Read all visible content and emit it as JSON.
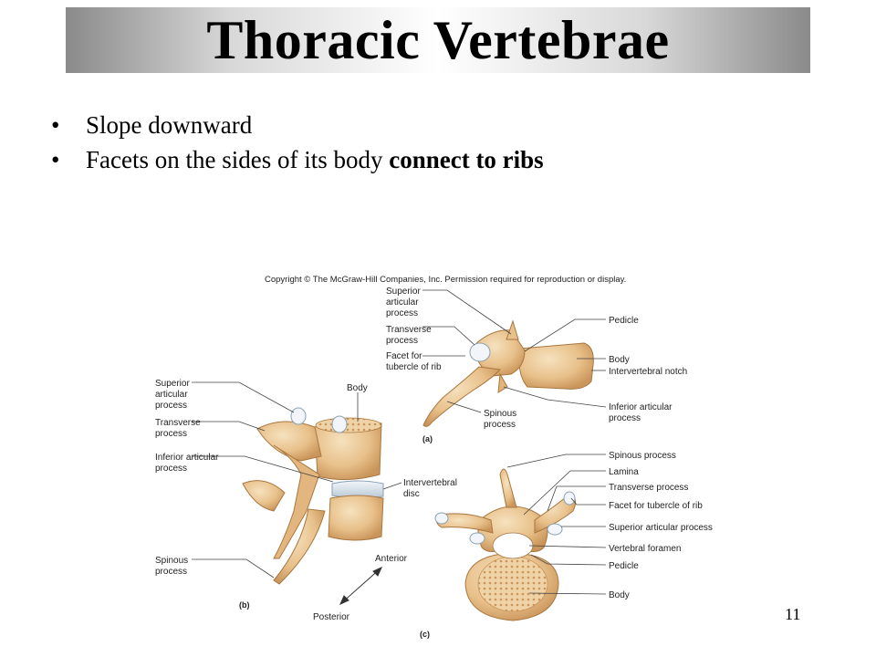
{
  "slide": {
    "title": "Thoracic Vertebrae",
    "bullets": [
      {
        "text": "Slope downward",
        "bold": ""
      },
      {
        "text": "Facets on the sides of its body ",
        "bold": "connect to ribs"
      }
    ],
    "page_number": "11"
  },
  "figure": {
    "copyright": "Copyright © The McGraw-Hill Companies, Inc. Permission required for reproduction or display.",
    "panel_a": {
      "tag": "(a)",
      "labels": {
        "superior_articular_1": "Superior",
        "superior_articular_2": "articular",
        "superior_articular_3": "process",
        "transverse_1": "Transverse",
        "transverse_2": "process",
        "facet_1": "Facet for",
        "facet_2": "tubercle of rib",
        "spinous_1": "Spinous",
        "spinous_2": "process",
        "pedicle": "Pedicle",
        "body": "Body",
        "intervertebral_notch": "Intervertebral notch",
        "inferior_articular_1": "Inferior articular",
        "inferior_articular_2": "process"
      }
    },
    "panel_b": {
      "tag": "(b)",
      "labels": {
        "superior_articular_1": "Superior",
        "superior_articular_2": "articular",
        "superior_articular_3": "process",
        "transverse_1": "Transverse",
        "transverse_2": "process",
        "inferior_articular_1": "Inferior articular",
        "inferior_articular_2": "process",
        "body": "Body",
        "disc_1": "Intervertebral",
        "disc_2": "disc",
        "spinous_1": "Spinous",
        "spinous_2": "process",
        "anterior": "Anterior",
        "posterior": "Posterior"
      }
    },
    "panel_c": {
      "tag": "(c)",
      "labels": {
        "spinous": "Spinous process",
        "lamina": "Lamina",
        "transverse": "Transverse process",
        "facet": "Facet for tubercle of rib",
        "superior_articular": "Superior articular process",
        "vertebral_foramen": "Vertebral foramen",
        "pedicle": "Pedicle",
        "body": "Body"
      }
    },
    "colors": {
      "bone": "#e8c08a",
      "bone_shadow": "#c9955a",
      "bone_light": "#f3dcb4",
      "cartilage": "#dfe8f0",
      "leader": "#444444"
    }
  }
}
